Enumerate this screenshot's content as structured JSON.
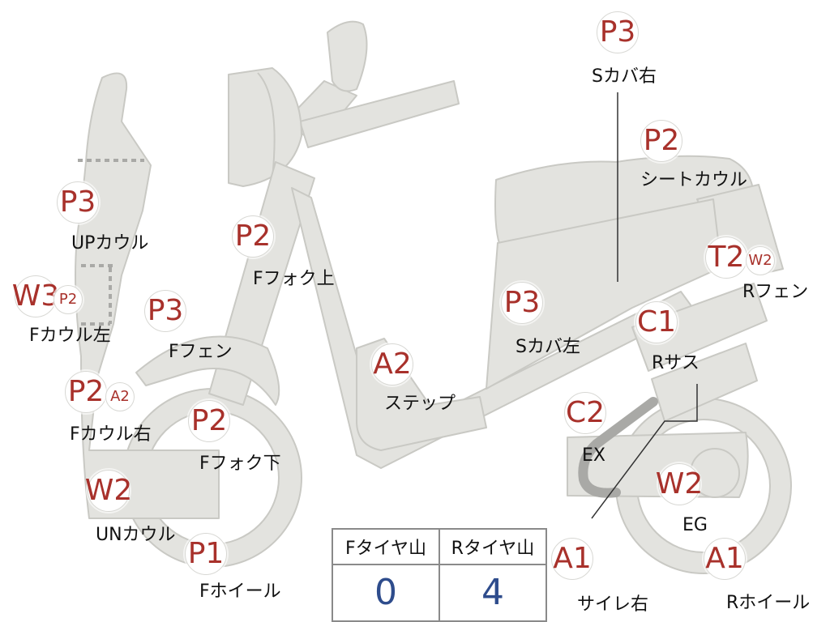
{
  "colors": {
    "body_fill": "#e3e3df",
    "body_stroke": "#c9c9c4",
    "badge_text": "#a8312b",
    "table_value": "#2e4c8c",
    "exhaust": "#a9a9a6"
  },
  "parts": {
    "s_cover_right": {
      "code": "P3",
      "label": "Sカバ右"
    },
    "seat_cowl": {
      "code": "P2",
      "label": "シートカウル"
    },
    "up_cowl": {
      "code": "P3",
      "label": "UPカウル"
    },
    "f_fork_upper": {
      "code": "P2",
      "label": "Fフォク上"
    },
    "r_fender": {
      "code": "T2",
      "code2": "W2",
      "label": "Rフェン"
    },
    "f_cowl_left": {
      "code": "W3",
      "code2": "P2",
      "label": "Fカウル左"
    },
    "f_fender": {
      "code": "P3",
      "label": "Fフェン"
    },
    "s_cover_left": {
      "code": "P3",
      "label": "Sカバ左"
    },
    "r_sus": {
      "code": "C1",
      "label": "Rサス"
    },
    "step": {
      "code": "A2",
      "label": "ステップ"
    },
    "f_cowl_right": {
      "code": "P2",
      "code2": "A2",
      "label": "Fカウル右"
    },
    "f_fork_lower": {
      "code": "P2",
      "label": "Fフォク下"
    },
    "ex": {
      "code": "C2",
      "label": "EX"
    },
    "un_cowl": {
      "code": "W2",
      "label": "UNカウル"
    },
    "eg": {
      "code": "W2",
      "label": "EG"
    },
    "f_wheel": {
      "code": "P1",
      "label": "Fホイール"
    },
    "silencer_right": {
      "code": "A1",
      "label": "サイレ右"
    },
    "r_wheel": {
      "code": "A1",
      "label": "Rホイール"
    }
  },
  "tire_table": {
    "front_header": "Fタイヤ山",
    "rear_header": "Rタイヤ山",
    "front_value": "0",
    "rear_value": "4"
  }
}
